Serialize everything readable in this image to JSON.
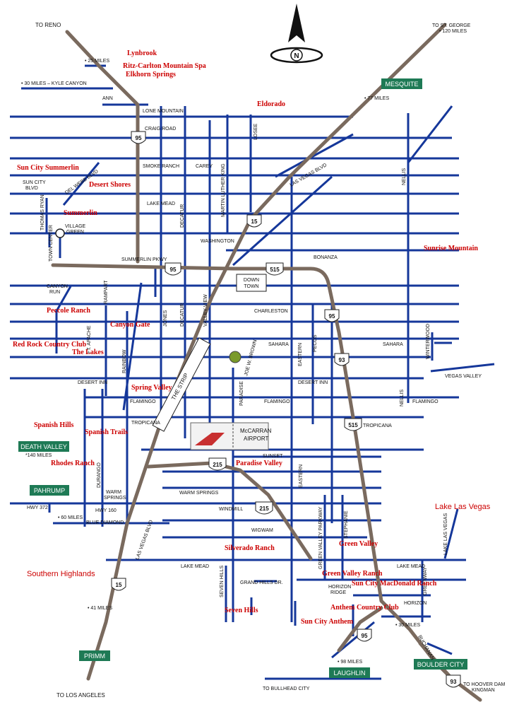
{
  "edges": {
    "reno": "TO RENO",
    "st_george_1": "TO ST. GEORGE",
    "st_george_2": "• 120 MILES",
    "la": "TO LOS ANGELES",
    "hoover_1": "TO HOOVER DAM",
    "hoover_2": "KINGMAN",
    "bullhead": "TO BULLHEAD CITY"
  },
  "mileage": {
    "m25": "• 25 MILES",
    "kyle": "• 30 MILES – KYLE CANYON",
    "m77": "• 77 MILES",
    "m140": "*140 MILES",
    "m60": "• 60 MILES",
    "m41": "• 41 MILES",
    "m98": "• 98 MILES",
    "m30": "• 30 MILES"
  },
  "signs": {
    "mesquite": "MESQUITE",
    "death_valley": "DEATH VALLEY",
    "pahrump": "PAHRUMP",
    "primm": "PRIMM",
    "laughlin": "LAUGHLIN",
    "boulder_city": "BOULDER CITY"
  },
  "shields": {
    "i95_n": "95",
    "i95_c": "95",
    "i15_n": "15",
    "i515_n": "515",
    "i95_e": "95",
    "i93_e": "93",
    "i515_s": "515",
    "i215_w": "215",
    "i215_e": "215",
    "i15_s": "15",
    "i95_s": "95",
    "i93_s": "93"
  },
  "streets": {
    "ann": "ANN",
    "lone_mountain": "LONE MOUNTAIN",
    "craig": "CRAIG ROAD",
    "smoke_ranch": "SMOKE RANCH",
    "carey": "CAREY",
    "losee": "LOSEE",
    "mlk": "MARTIN LUTHER KING",
    "lv_blvd_n": "LAS VEGAS BLVD",
    "nellis_n": "NELLIS",
    "sun_city_1": "SUN CITY",
    "sun_city_2": "BLVD",
    "del_webb": "DEL WEBB BLVD",
    "thomas_ryan": "THOMAS RYAN",
    "village_1": "VILLAGE",
    "village_2": "GREEN",
    "lake_mead_n": "LAKE MEAD",
    "decatur_n": "DECATUR",
    "washington": "WASHINGTON",
    "town_center": "TOWN CENTER",
    "bonanza": "BONANZA",
    "summerlin_pkwy": "SUMMERLIN PKWY",
    "canyon_1": "CANYON",
    "canyon_2": "RUN",
    "downtown_1": "DOWN",
    "downtown_2": "TOWN",
    "rampart": "RAMPART",
    "ft_apache": "FT. APACHE",
    "jones": "JONES",
    "decatur": "DECATUR",
    "valley_view": "VALLEY VIEW",
    "charleston": "CHARLESTON",
    "rainbow": "RAINBOW",
    "sahara": "SAHARA",
    "sahara_e": "SAHARA",
    "joe_brown": "JOE W. BROWN",
    "eastern": "EASTERN",
    "pecos": "PECOS",
    "winterwood": "WINTERWOOD",
    "desert_inn_w": "DESERT INN",
    "desert_inn_e": "DESERT INN",
    "vegas_valley": "VEGAS VALLEY",
    "strip": "THE STRIP",
    "paradise": "PARADISE",
    "nellis_s": "NELLIS",
    "flamingo_w": "FLAMINGO",
    "flamingo_c": "FLAMINGO",
    "flamingo_e": "FLAMINGO",
    "tropicana_w": "TROPICANA",
    "tropicana_e": "TROPICANA",
    "mccarran_1": "McCARRAN",
    "mccarran_2": "AIRPORT",
    "durango": "DURANGO",
    "sunset": "SUNSET",
    "eastern_s": "EASTERN",
    "warm_springs_1": "WARM",
    "warm_springs_2": "SPRINGS",
    "warm_springs": "WARM SPRINGS",
    "hwy372": "HWY 372",
    "hwy160": "HWY 160",
    "windmill": "WINDMILL",
    "blue_diamond": "BLUE DIAMOND",
    "gv_parkway": "GREEN VALLEY PARKWAY",
    "wigwam": "WIGWAM",
    "lv_blvd_s": "LAS VEGAS BLVD",
    "stephanie": "STEPHANIE",
    "lake_las_vegas_rd": "LAKE LAS VEGAS",
    "lake_mead_s": "LAKE MEAD",
    "lake_mead_e": "LAKE MEAD",
    "grand_hills": "GRAND HILLS DR.",
    "seven_hills_rd": "SEVEN HILLS",
    "horizon_ridge_1": "HORIZON",
    "horizon_ridge_2": "RIDGE",
    "greenway": "GREENWAY",
    "horizon": "HORIZON",
    "buchanan": "BUCHANAN"
  },
  "neighborhoods": {
    "lynbrook": "Lynbrook",
    "ritz": "Ritz-Carlton Mountain Spa",
    "elkhorn": "Elkhorn Springs",
    "eldorado": "Eldorado",
    "sun_city_summerlin": "Sun City Summerlin",
    "desert_shores": "Desert Shores",
    "summerlin": "Summerlin",
    "sunrise_mountain": "Sunrise Mountain",
    "peccole": "Peccole Ranch",
    "canyon_gate": "Canyon Gate",
    "red_rock": "Red Rock Country Club",
    "the_lakes": "The Lakes",
    "spring_valley": "Spring Valley",
    "spanish_hills": "Spanish Hills",
    "spanish_trails": "Spanish Trails",
    "rhodes_ranch": "Rhodes Ranch",
    "paradise_valley": "Paradise Valley",
    "lake_las_vegas": "Lake Las Vegas",
    "southern_highlands": "Southern Highlands",
    "silverado": "Silverado Ranch",
    "green_valley": "Green Valley",
    "green_valley_ranch": "Green Valley Ranch",
    "sun_city_macdonald": "Sun City MacDonald Ranch",
    "seven_hills": "Seven Hills",
    "anthem_cc": "Anthem Country Club",
    "sun_city_anthem": "Sun City Anthem"
  },
  "compass": {
    "north": "N"
  },
  "colors": {
    "road": "#15379a",
    "highway": "#7a6a5e",
    "sign": "#1e7a55",
    "neighborhood": "#cc0000"
  }
}
